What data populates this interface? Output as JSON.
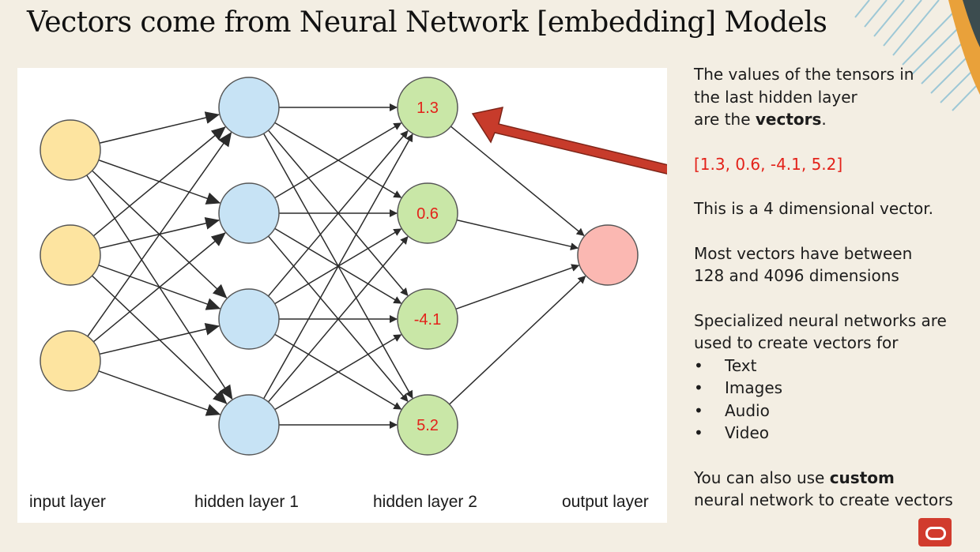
{
  "title": "Vectors come from Neural Network [embedding] Models",
  "diagram": {
    "layer_labels": [
      "input layer",
      "hidden layer 1",
      "hidden layer 2",
      "output layer"
    ],
    "hidden2_values": [
      "1.3",
      "0.6",
      "-4.1",
      "5.2"
    ],
    "colors": {
      "input": "#fde4a0",
      "hidden1": "#c7e3f5",
      "hidden2": "#c9e7a7",
      "output": "#fbb8b2",
      "arrow": "#c73b2b",
      "node_value_text": "#e3221a"
    }
  },
  "text": {
    "para1_a": "The values of the tensors in",
    "para1_b": "the last hidden layer",
    "para1_c_prefix": "are the ",
    "para1_c_bold": "vectors",
    "para1_c_suffix": ".",
    "vector_literal": "[1.3, 0.6, -4.1, 5.2]",
    "para2": "This is a 4 dimensional vector.",
    "para3_a": "Most vectors have between",
    "para3_b": "128 and 4096 dimensions",
    "para4_a": "Specialized neural networks are",
    "para4_b": "used to create vectors for",
    "bullets": [
      "Text",
      "Images",
      "Audio",
      "Video"
    ],
    "para5_prefix": "You can also use ",
    "para5_bold": "custom",
    "para5_b": "neural network to create vectors"
  }
}
